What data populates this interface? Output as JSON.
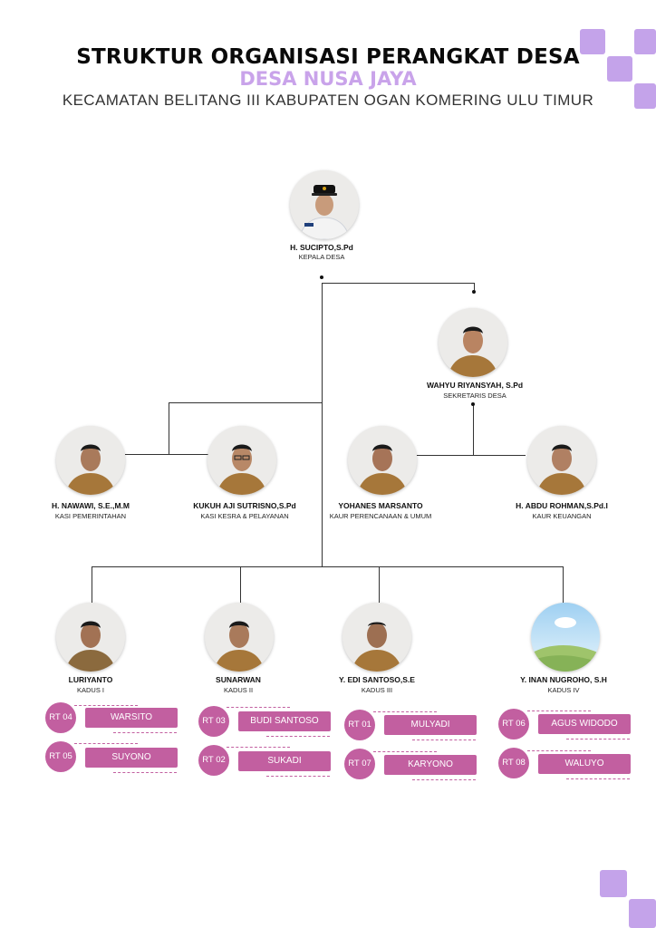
{
  "header": {
    "title": "STRUKTUR ORGANISASI PERANGKAT DESA",
    "subtitle": "DESA NUSA JAYA",
    "region": "KECAMATAN BELITANG III KABUPATEN OGAN KOMERING ULU TIMUR"
  },
  "colors": {
    "accent": "#c4a3ea",
    "rt": "#c25fa0",
    "uniform": "#a6773a",
    "civil": "#8b6a3e"
  },
  "people": {
    "kepala": {
      "name": "H. SUCIPTO,S.Pd",
      "role": "KEPALA DESA"
    },
    "sekretaris": {
      "name": "WAHYU RIYANSYAH, S.Pd",
      "role": "SEKRETARIS DESA"
    },
    "kasi_pemerintahan": {
      "name": "H. NAWAWI, S.E.,M.M",
      "role": "KASI PEMERINTAHAN"
    },
    "kasi_kesra": {
      "name": "KUKUH AJI SUTRISNO,S.Pd",
      "role": "KASI KESRA & PELAYANAN"
    },
    "kaur_perencanaan": {
      "name": "YOHANES MARSANTO",
      "role": "KAUR PERENCANAAN & UMUM"
    },
    "kaur_keuangan": {
      "name": "H. ABDU ROHMAN,S.Pd.I",
      "role": "KAUR KEUANGAN"
    },
    "kadus1": {
      "name": "LURIYANTO",
      "role": "KADUS I"
    },
    "kadus2": {
      "name": "SUNARWAN",
      "role": "KADUS II"
    },
    "kadus3": {
      "name": "Y. EDI SANTOSO,S.E",
      "role": "KADUS III"
    },
    "kadus4": {
      "name": "Y. INAN NUGROHO, S.H",
      "role": "KADUS IV"
    }
  },
  "rt": {
    "k1": [
      {
        "code": "RT 04",
        "name": "WARSITO"
      },
      {
        "code": "RT 05",
        "name": "SUYONO"
      }
    ],
    "k2": [
      {
        "code": "RT 03",
        "name": "BUDI SANTOSO"
      },
      {
        "code": "RT 02",
        "name": "SUKADI"
      }
    ],
    "k3": [
      {
        "code": "RT 01",
        "name": "MULYADI"
      },
      {
        "code": "RT 07",
        "name": "KARYONO"
      }
    ],
    "k4": [
      {
        "code": "RT 06",
        "name": "AGUS WIDODO"
      },
      {
        "code": "RT 08",
        "name": "WALUYO"
      }
    ]
  }
}
